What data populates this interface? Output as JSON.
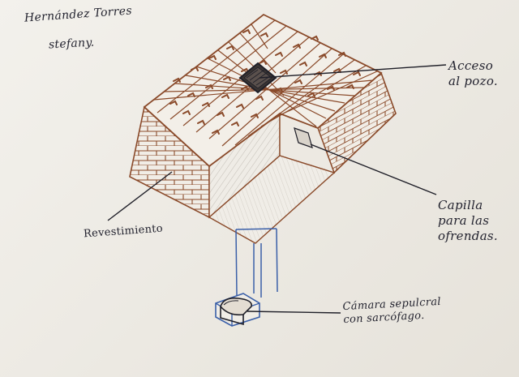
{
  "author": {
    "name_line1": "Hernández Torres",
    "name_line2": "stefany."
  },
  "labels": {
    "acceso": "Acceso\nal pozo.",
    "capilla": "Capilla\npara las\nofrendas.",
    "revestimiento": "Revestimiento",
    "camara": "Cámara sepulcral\ncon sarcófago."
  },
  "colors": {
    "ink_brown": "#8a4a2a",
    "ink_black": "#1f1f28",
    "ink_blue": "#3a5fa8",
    "pencil": "#b5b0a8",
    "paper": "#efece6"
  }
}
